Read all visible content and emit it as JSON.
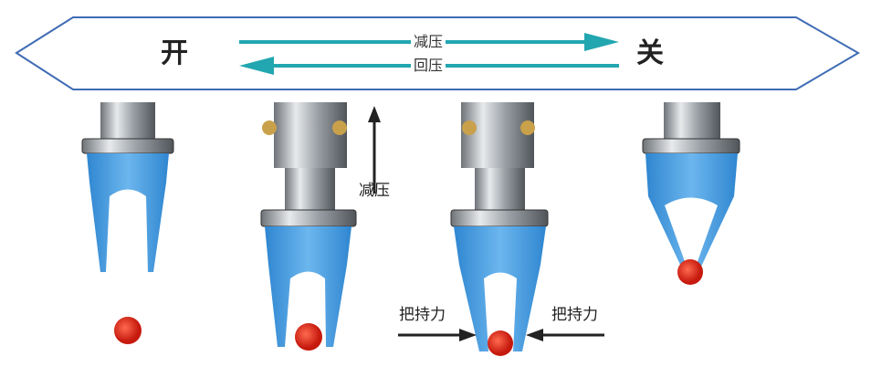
{
  "banner": {
    "open_label": "开",
    "close_label": "关",
    "decompress_label": "减压",
    "return_label": "回压",
    "arrow_color": "#22a6b0",
    "border_color": "#3f6cb5"
  },
  "annotations": {
    "decompress_label": "减压",
    "grip_force_left": "把持力",
    "grip_force_right": "把持力"
  },
  "colors": {
    "gripper_blue": "#4a9fe0",
    "tomato": "#e02a1a"
  }
}
